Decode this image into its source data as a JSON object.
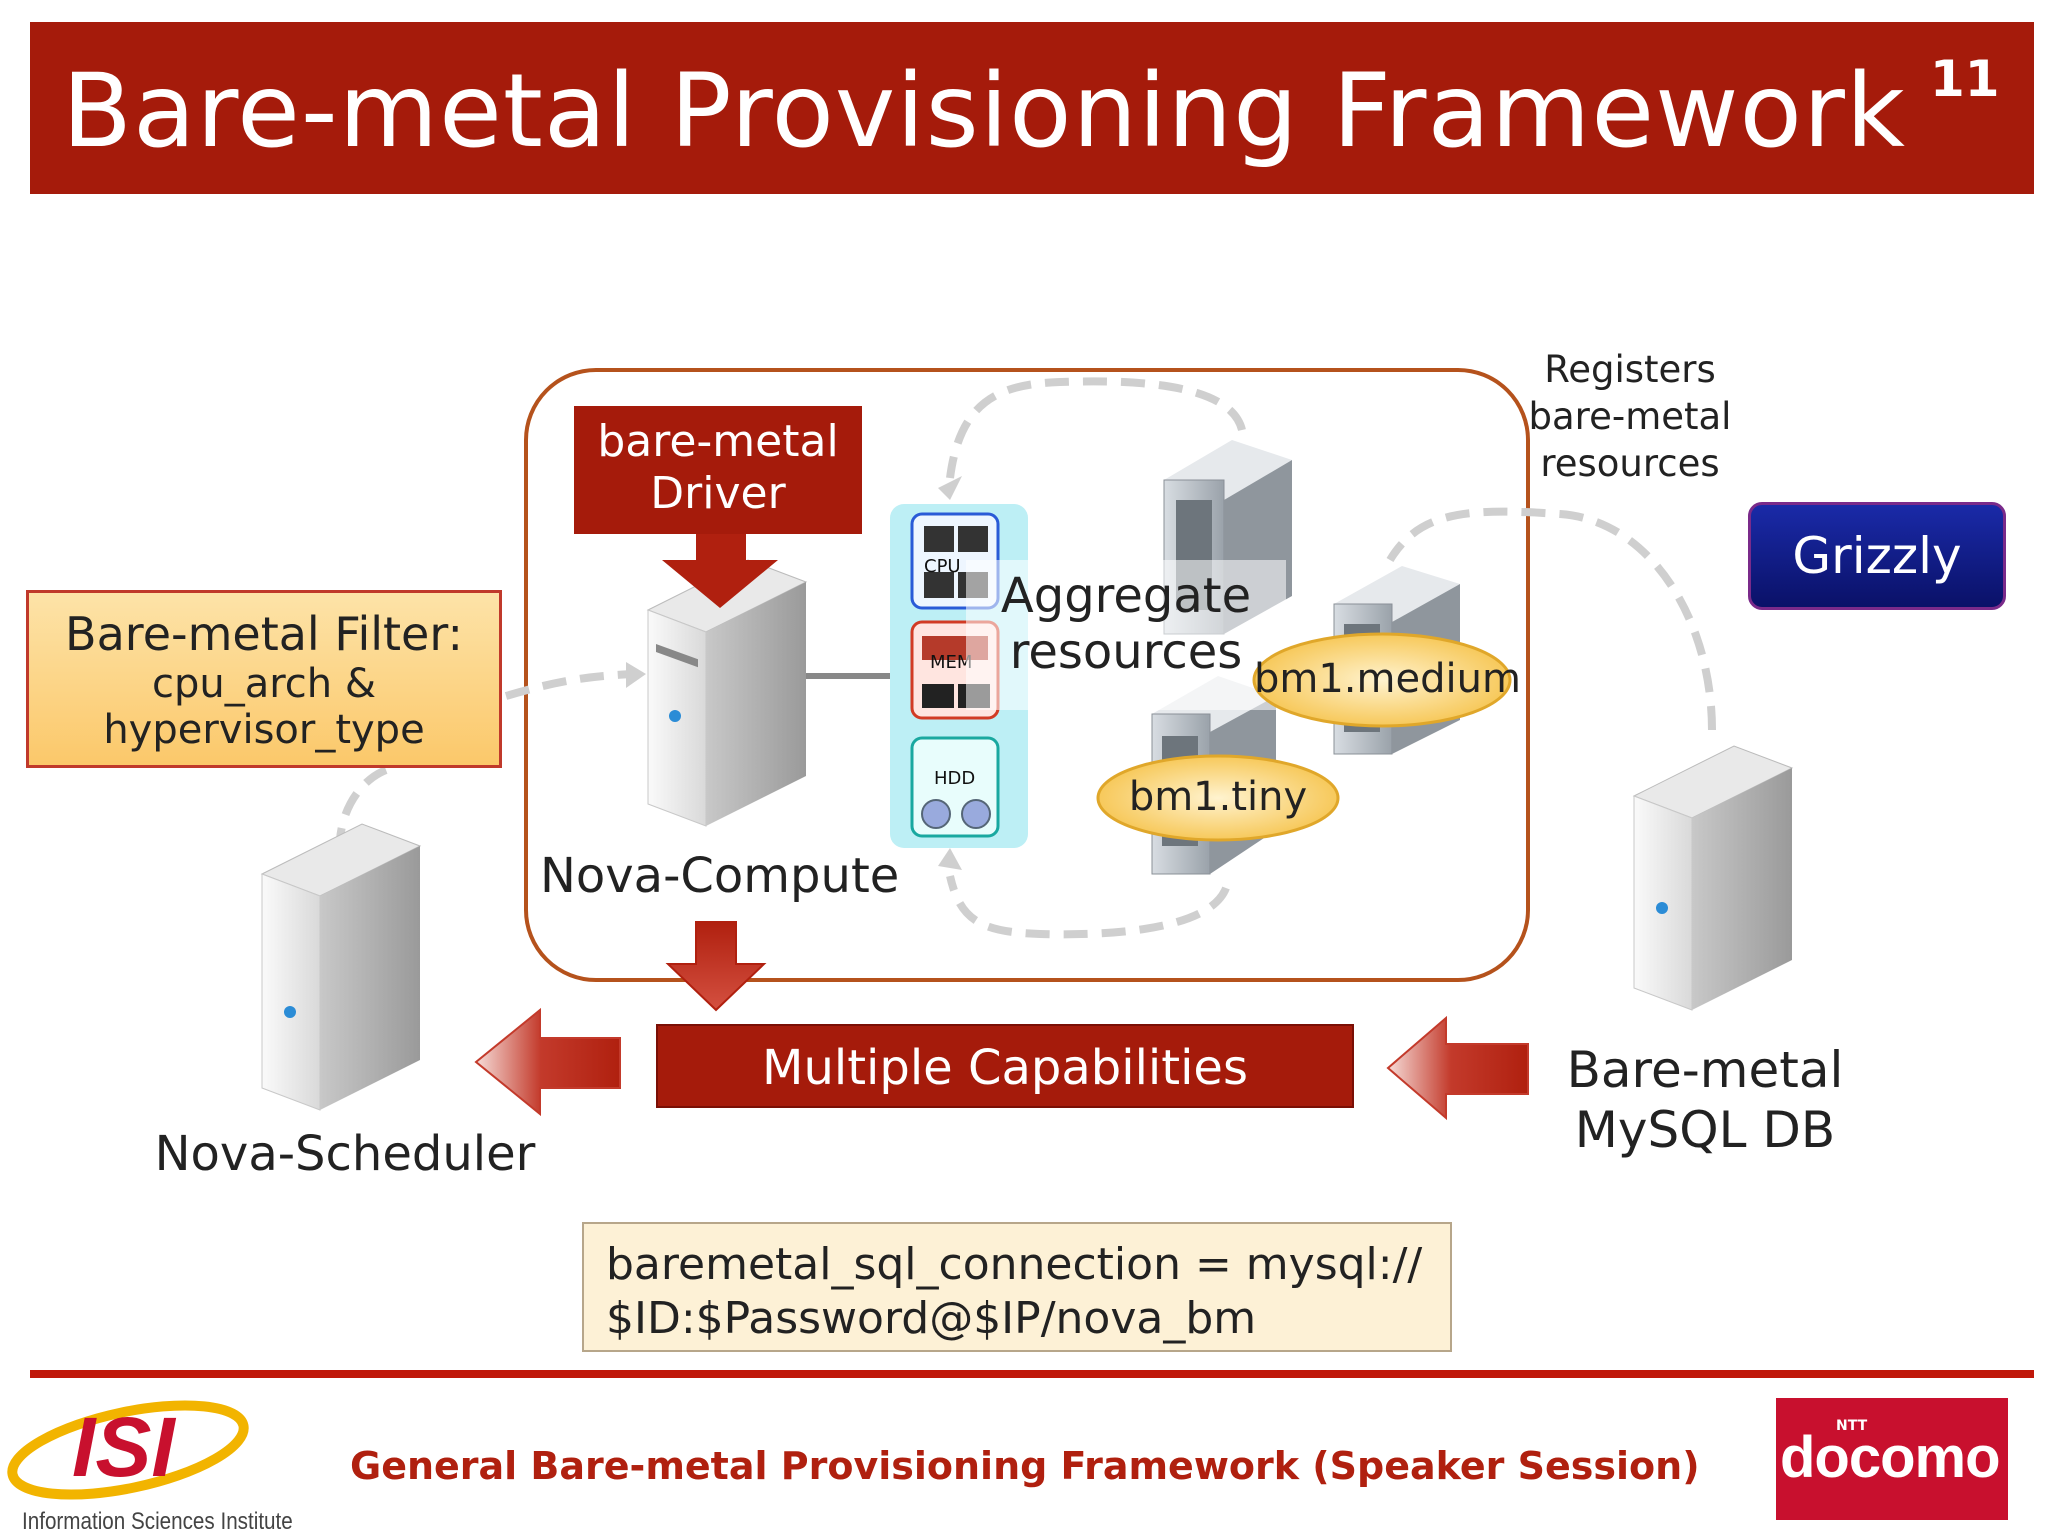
{
  "header": {
    "title": "Bare-metal Provisioning Framework",
    "slide_number": "11"
  },
  "diagram": {
    "driver_box": {
      "line1": "bare-metal",
      "line2": "Driver"
    },
    "filter_box": {
      "title": "Bare-metal Filter:",
      "line1": "cpu_arch &",
      "line2": "hypervisor_type"
    },
    "registers_label": {
      "line1": "Registers",
      "line2": "bare-metal",
      "line3": "resources"
    },
    "grizzly_badge": "Grizzly",
    "aggregate_label": {
      "line1": "Aggregate",
      "line2": "resources"
    },
    "resource_icons": {
      "cpu": "CPU",
      "mem": "MEM",
      "hdd": "HDD"
    },
    "flavors": {
      "medium": "bm1.medium",
      "tiny": "bm1.tiny"
    },
    "nova_compute_label": "Nova-Compute",
    "nova_scheduler_label": "Nova-Scheduler",
    "capabilities_box": "Multiple Capabilities",
    "db_label": {
      "line1": "Bare-metal",
      "line2": "MySQL DB"
    },
    "config": {
      "line1": "baremetal_sql_connection = mysql://",
      "line2": "$ID:$Password@$IP/nova_bm"
    }
  },
  "footer": {
    "text": "General Bare-metal Provisioning Framework (Speaker Session)",
    "isi_logo_text": "ISI",
    "isi_subtitle": "Information Sciences Institute",
    "docomo_ntt": "NTT",
    "docomo_logo_text": "docomo"
  },
  "colors": {
    "brand_red": "#a51b0b",
    "frame_border": "#b5521c",
    "filter_fill": "#fbc86a",
    "grizzly_blue": "#0a1168",
    "flavor_fill": "#f7c855",
    "config_fill": "#fdf1d6"
  }
}
